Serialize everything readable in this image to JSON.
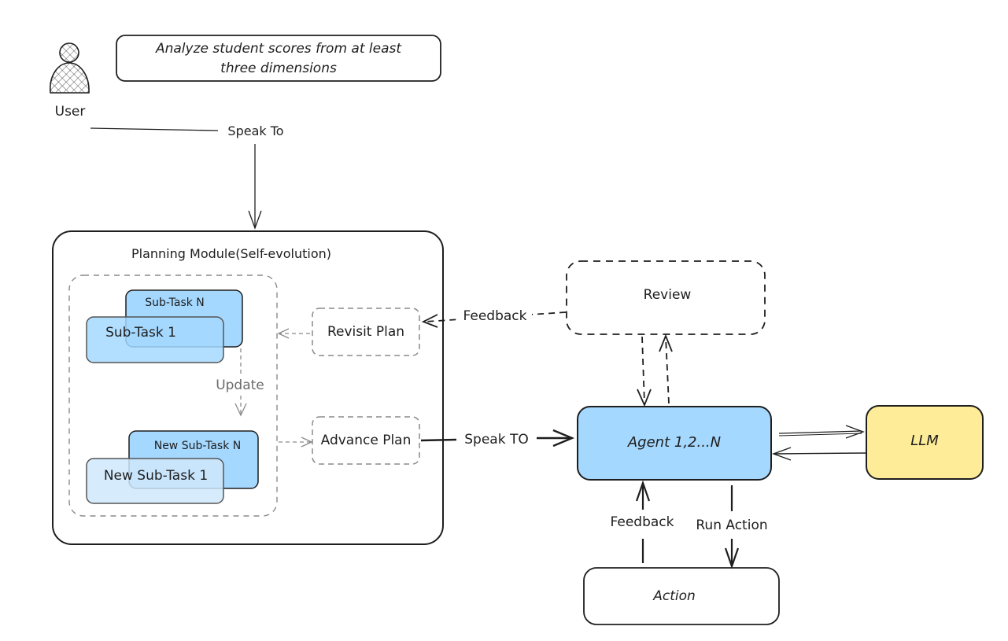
{
  "user": {
    "label": "User",
    "icon": "user-icon"
  },
  "prompt": {
    "line1": "Analyze student scores from at least",
    "line2": "three dimensions"
  },
  "edges": {
    "speak_to": "Speak To",
    "feedback_review": "Feedback",
    "update": "Update",
    "speak_to_agent": "Speak TO",
    "feedback_action": "Feedback",
    "run_action": "Run Action"
  },
  "planning_module": {
    "title": "Planning Module(Self-evolution)",
    "subtask_n": "Sub-Task N",
    "subtask_1": "Sub-Task 1",
    "new_subtask_n": "New Sub-Task N",
    "new_subtask_1": "New Sub-Task 1",
    "revisit_plan": "Revisit Plan",
    "advance_plan": "Advance Plan"
  },
  "review": {
    "label": "Review"
  },
  "agent": {
    "label": "Agent 1,2...N"
  },
  "llm": {
    "label": "LLM"
  },
  "action": {
    "label": "Action"
  },
  "colors": {
    "stroke": "#1e1e1e",
    "agent_fill": "#a5d8ff",
    "subtask_fill": "#a5d8ff",
    "subtask_light_fill": "#cfe8fc",
    "llm_fill": "#ffec99",
    "dashed_gray": "#8a8a8a"
  }
}
